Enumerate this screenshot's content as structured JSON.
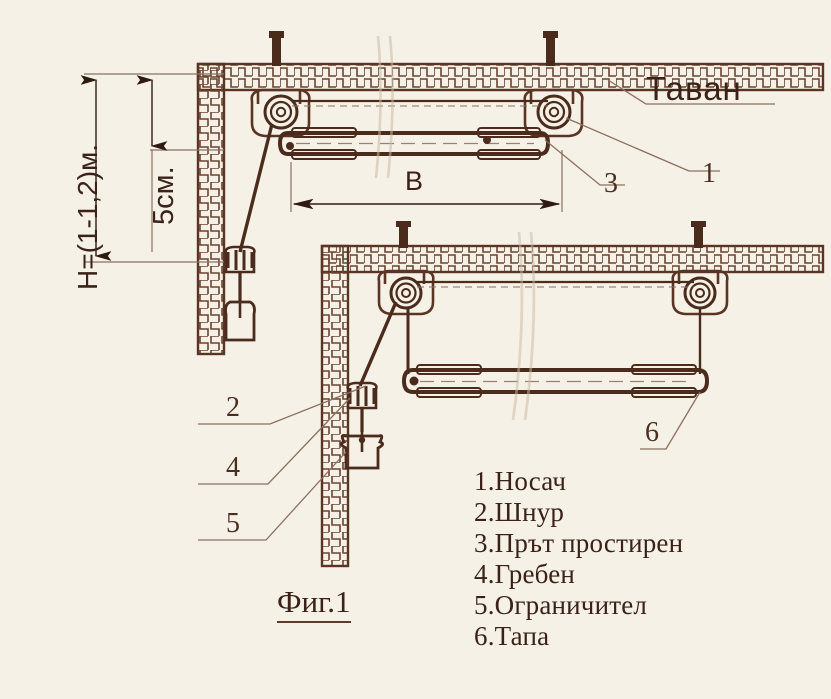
{
  "figure": {
    "caption": "Фиг.1",
    "ceiling_label": "Таван",
    "dimension_height": "H=(1-1,2)м.",
    "dimension_offset": "5см.",
    "dimension_width": "B"
  },
  "callouts": [
    {
      "id": "1",
      "label": "1"
    },
    {
      "id": "2",
      "label": "2"
    },
    {
      "id": "3",
      "label": "3"
    },
    {
      "id": "4",
      "label": "4"
    },
    {
      "id": "5",
      "label": "5"
    },
    {
      "id": "6",
      "label": "6"
    }
  ],
  "legend": {
    "items": [
      "1.Носач",
      "2.Шнур",
      "3.Прът простирен",
      "4.Гребен",
      "5.Ограничител",
      "6.Тапа"
    ]
  },
  "colors": {
    "paper": "#f6f1e6",
    "ink_dark": "#3a2218",
    "ink_brown": "#5b3524",
    "line_thin": "#8a7060"
  }
}
